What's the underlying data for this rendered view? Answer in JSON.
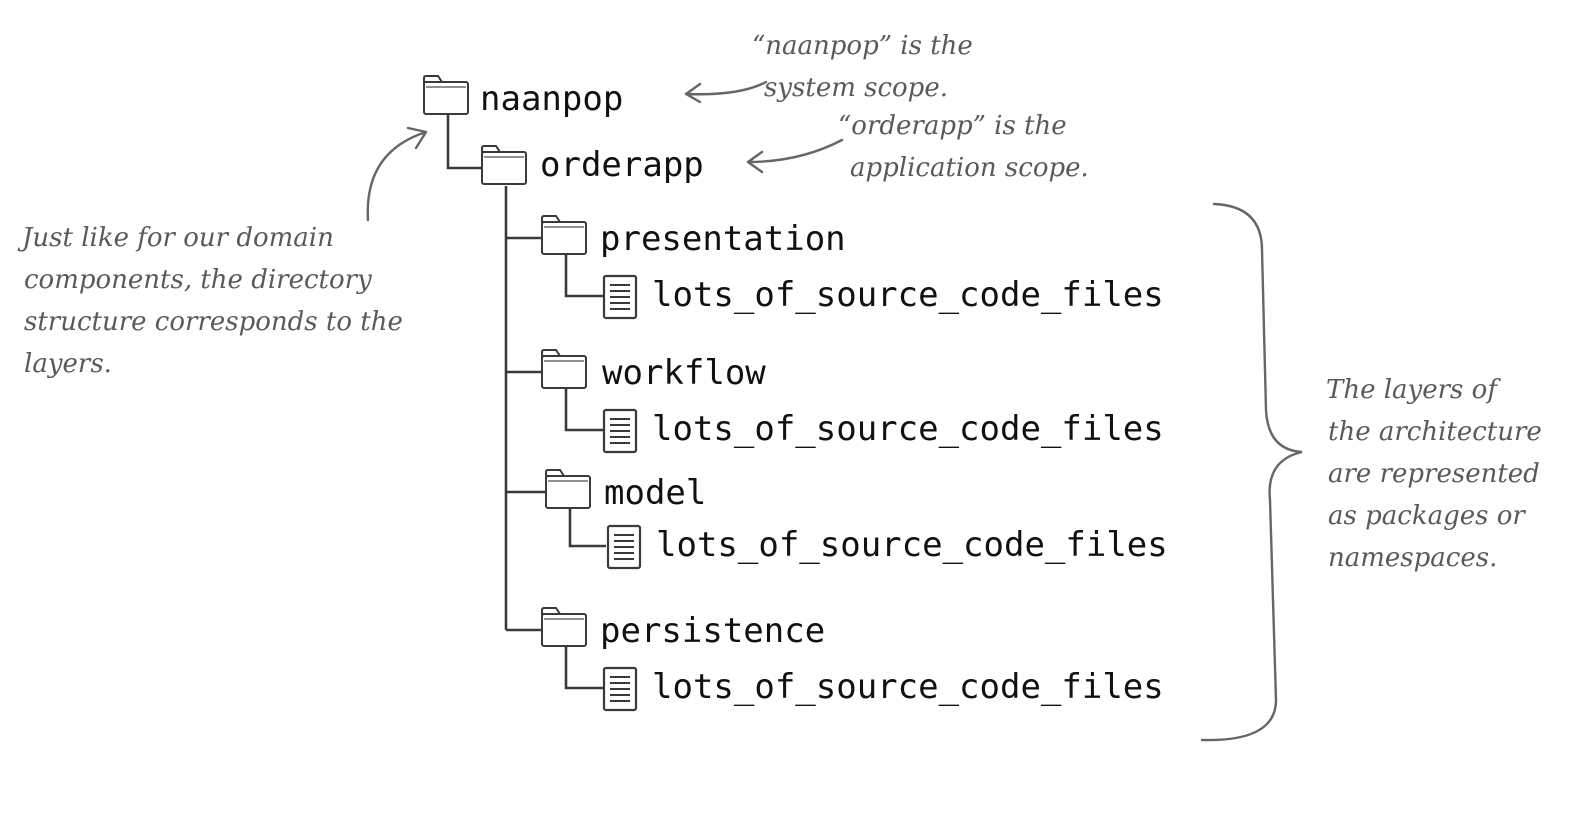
{
  "tree": {
    "root": "naanpop",
    "app": "orderapp",
    "layers": [
      {
        "name": "presentation",
        "file": "lots_of_source_code_files"
      },
      {
        "name": "workflow",
        "file": "lots_of_source_code_files"
      },
      {
        "name": "model",
        "file": "lots_of_source_code_files"
      },
      {
        "name": "persistence",
        "file": "lots_of_source_code_files"
      }
    ]
  },
  "annotations": {
    "system_scope": [
      "“naanpop” is the",
      "system scope."
    ],
    "application_scope": [
      "“orderapp” is the",
      "application scope."
    ],
    "directory_note": [
      "Just like for our domain",
      "components, the directory",
      "structure corresponds to the",
      "layers."
    ],
    "layers_note": [
      "The layers of",
      "the architecture",
      "are represented",
      "as packages or",
      "namespaces."
    ]
  },
  "icons": {
    "folder": "folder-icon",
    "file": "file-icon"
  }
}
